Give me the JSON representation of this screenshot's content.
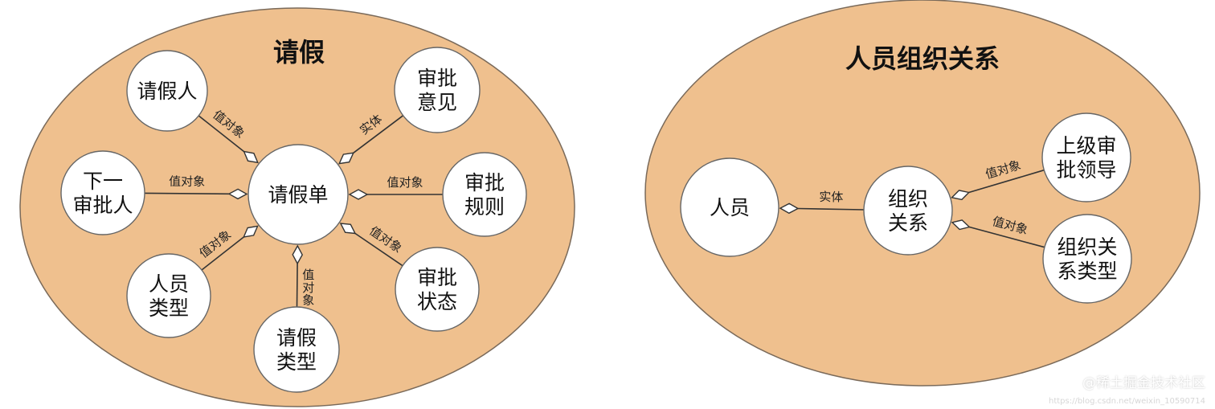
{
  "colors": {
    "ellipse_fill": "#efc08e",
    "ellipse_stroke": "#7a6a5a",
    "node_fill": "#ffffff",
    "node_stroke": "#666666",
    "line": "#333333"
  },
  "diagrams": [
    {
      "id": "leave",
      "title": "请假",
      "nodes": [
        {
          "id": "leave-form",
          "lines": [
            "请假单"
          ]
        },
        {
          "id": "applicant",
          "lines": [
            "请假人"
          ]
        },
        {
          "id": "approval-opinion",
          "lines": [
            "审批",
            "意见"
          ]
        },
        {
          "id": "next-approver",
          "lines": [
            "下一",
            "审批人"
          ]
        },
        {
          "id": "approval-rule",
          "lines": [
            "审批",
            "规则"
          ]
        },
        {
          "id": "person-type",
          "lines": [
            "人员",
            "类型"
          ]
        },
        {
          "id": "leave-type",
          "lines": [
            "请假",
            "类型"
          ]
        },
        {
          "id": "approval-status",
          "lines": [
            "审批",
            "状态"
          ]
        }
      ],
      "edges": [
        {
          "from": "applicant",
          "to": "leave-form",
          "label": "值对象"
        },
        {
          "from": "approval-opinion",
          "to": "leave-form",
          "label": "实体"
        },
        {
          "from": "next-approver",
          "to": "leave-form",
          "label": "值对象"
        },
        {
          "from": "approval-rule",
          "to": "leave-form",
          "label": "值对象"
        },
        {
          "from": "person-type",
          "to": "leave-form",
          "label": "值对象"
        },
        {
          "from": "leave-type",
          "to": "leave-form",
          "label": "值对象",
          "vertical": true
        },
        {
          "from": "approval-status",
          "to": "leave-form",
          "label": "值对象"
        }
      ]
    },
    {
      "id": "org",
      "title": "人员组织关系",
      "nodes": [
        {
          "id": "person",
          "lines": [
            "人员"
          ]
        },
        {
          "id": "org-relation",
          "lines": [
            "组织",
            "关系"
          ]
        },
        {
          "id": "superior",
          "lines": [
            "上级审",
            "批领导"
          ]
        },
        {
          "id": "org-relation-type",
          "lines": [
            "组织关",
            "系类型"
          ]
        }
      ],
      "edges": [
        {
          "from": "org-relation",
          "to": "person",
          "label": "实体"
        },
        {
          "from": "superior",
          "to": "org-relation",
          "label": "值对象"
        },
        {
          "from": "org-relation-type",
          "to": "org-relation",
          "label": "值对象"
        }
      ]
    }
  ],
  "watermark": {
    "text": "@稀土掘金技术社区",
    "url": "https://blog.csdn.net/weixin_10590714"
  }
}
